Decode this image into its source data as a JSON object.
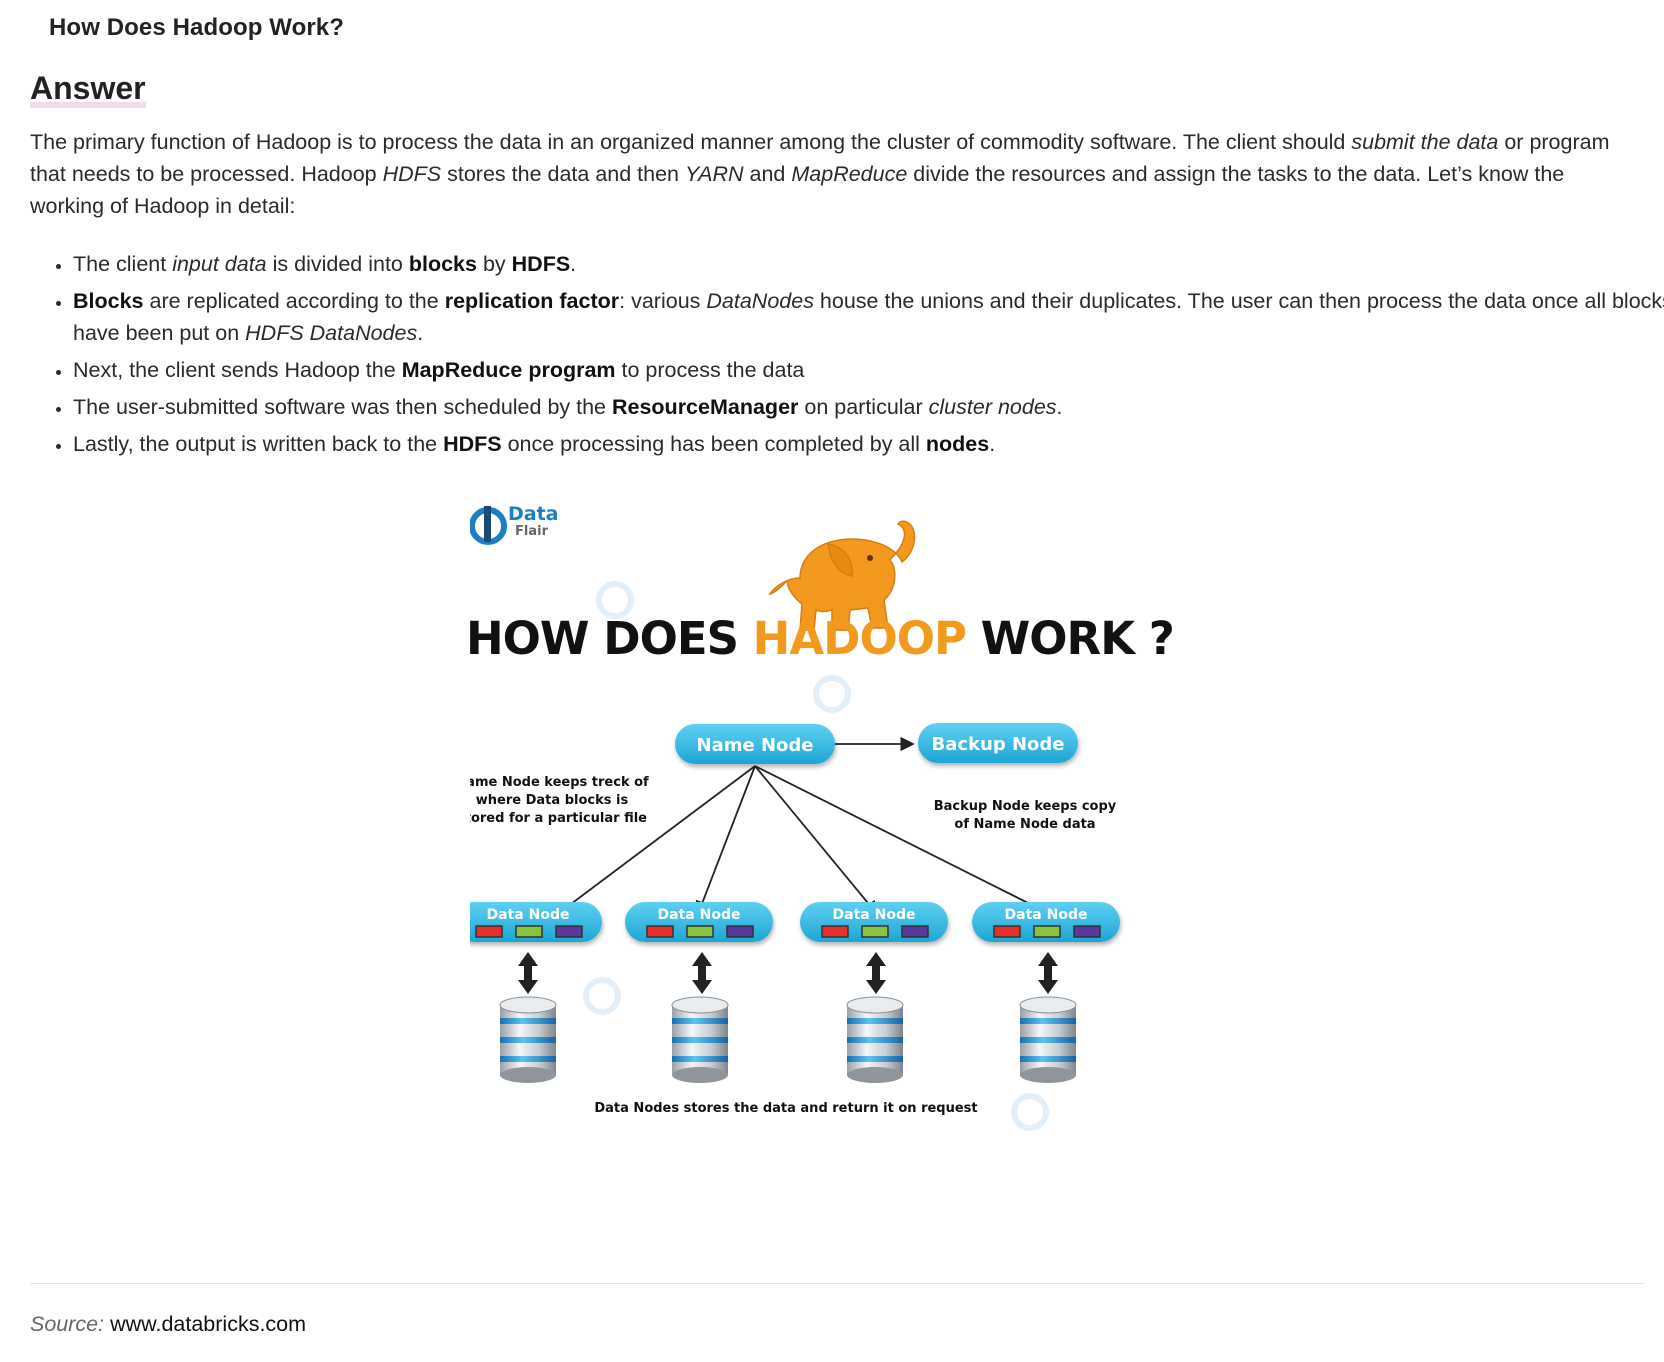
{
  "question_title": "How Does Hadoop Work?",
  "answer_heading": "Answer",
  "intro": {
    "p1": "The primary function of Hadoop is to process the data in an organized manner among the cluster of commodity software. The client should ",
    "i1": "submit the data",
    "p2": " or program that needs to be processed. Hadoop ",
    "i2": "HDFS",
    "p3": " stores the data and then ",
    "i3": "YARN",
    "p4": " and ",
    "i4": "MapReduce",
    "p5": " divide the resources and assign the tasks to the data. Let’s know the working of Hadoop in detail:"
  },
  "bullets": {
    "b1": {
      "t1": "The client ",
      "i1": "input data",
      "t2": " is divided into ",
      "b1": "blocks",
      "t3": " by ",
      "b2": "HDFS",
      "t4": "."
    },
    "b2": {
      "b1": "Blocks",
      "t1": " are replicated according to the ",
      "b2": "replication factor",
      "t2": ": various ",
      "i1": "DataNodes",
      "t3": " house the unions and their duplicates. The user can then process the data once all blocks have been put on ",
      "i2": "HDFS DataNodes",
      "t4": "."
    },
    "b3": {
      "t1": "Next, the client sends Hadoop the ",
      "b1": "MapReduce program",
      "t2": " to process the data"
    },
    "b4": {
      "t1": "The user-submitted software was then scheduled by the ",
      "b1": "ResourceManager",
      "t2": " on particular ",
      "i1": "cluster nodes",
      "t3": "."
    },
    "b5": {
      "t1": "Lastly, the output is written back to the ",
      "b1": "HDFS",
      "t2": " once processing has been completed by all ",
      "b2": "nodes",
      "t3": "."
    }
  },
  "figure": {
    "logo_top": "Data",
    "logo_bottom": "Flair",
    "title_part1": "HOW DOES ",
    "title_part2": "HADOOP",
    "title_part3": " WORK ?",
    "name_node": "Name Node",
    "backup_node": "Backup Node",
    "name_note_l1": "Name Node keeps treck of",
    "name_note_l2": "where Data blocks is",
    "name_note_l3": "stored for a particular file",
    "backup_note_l1": "Backup Node keeps copy",
    "backup_note_l2": "of Name Node data",
    "data_node_label": "Data Node",
    "footer_note": "Data Nodes stores the data and return it on request",
    "colors": {
      "node_blue": "#2fb6e0",
      "hadoop_orange": "#f39a1e",
      "block_red": "#e8302b",
      "block_green": "#8ac43f",
      "block_purple": "#5b3a9e"
    }
  },
  "source_label": "Source:",
  "source_value": "www.databricks.com"
}
